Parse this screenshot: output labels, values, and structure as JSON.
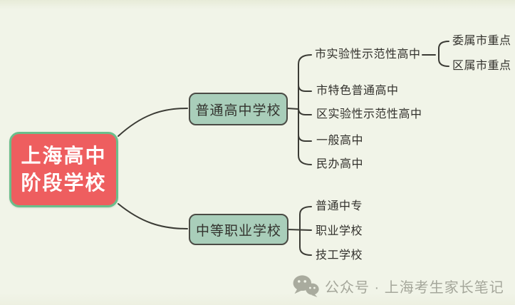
{
  "root": {
    "label_line1": "上海高中",
    "label_line2": "阶段学校"
  },
  "branches": [
    {
      "label": "普通高中学校",
      "children": [
        {
          "label": "市实验性示范性高中",
          "children": [
            {
              "label": "委属市重点"
            },
            {
              "label": "区属市重点"
            }
          ]
        },
        {
          "label": "市特色普通高中"
        },
        {
          "label": "区实验性示范性高中"
        },
        {
          "label": "一般高中"
        },
        {
          "label": "民办高中"
        }
      ]
    },
    {
      "label": "中等职业学校",
      "children": [
        {
          "label": "普通中专"
        },
        {
          "label": "职业学校"
        },
        {
          "label": "技工学校"
        }
      ]
    }
  ],
  "watermark": {
    "icon": "wechat-icon",
    "text": "公众号 · 上海考生家长笔记"
  },
  "colors": {
    "background": "#f1f4e8",
    "root_fill": "#ee5e5f",
    "root_border": "#6abf8b",
    "root_text": "#ffffff",
    "branch_fill": "#a9ceba",
    "branch_border": "#4b4b45",
    "leaf_text": "#32312c",
    "connector_line": "#3b3b35",
    "watermark_gray": "#a5a79b"
  }
}
